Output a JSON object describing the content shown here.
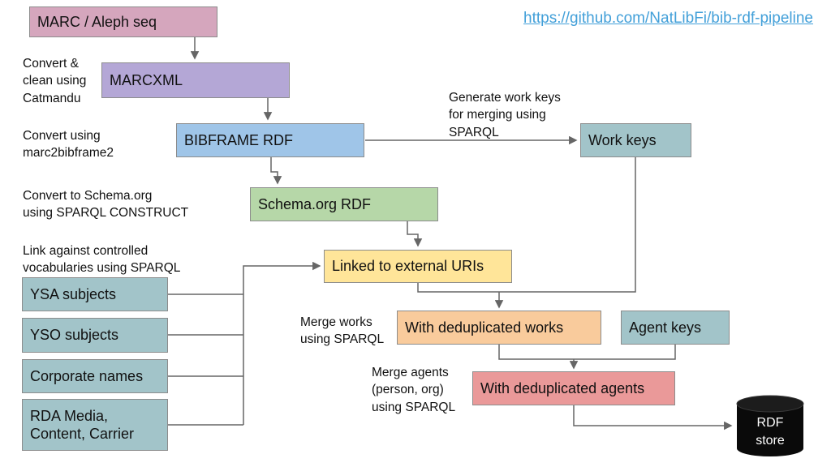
{
  "slide": {
    "background": "#ffffff"
  },
  "repo_link": {
    "text": "https://github.com/NatLibFi/bib-rdf-pipeline"
  },
  "colors": {
    "marc": "#d5a6bd",
    "marcxml": "#b4a7d6",
    "bibframe": "#9fc5e8",
    "work_keys": "#a2c4c9",
    "schema_org": "#b6d7a8",
    "linked_uris": "#ffe599",
    "ysa": "#a2c4c9",
    "yso": "#a2c4c9",
    "corporate": "#a2c4c9",
    "rda": "#a2c4c9",
    "dedup_works": "#f9cb9c",
    "agent_keys": "#a2c4c9",
    "dedup_agents": "#ea9999",
    "rdf_store": "#0a0a0a",
    "link": "#43a0d9",
    "arrow": "#666666",
    "box_border": "#8c8c8c",
    "text": "#111111"
  },
  "nodes": {
    "marc": {
      "label": "MARC / Aleph seq"
    },
    "marcxml": {
      "label": "MARCXML"
    },
    "bibframe": {
      "label": "BIBFRAME RDF"
    },
    "work_keys": {
      "label": "Work keys"
    },
    "schema_org": {
      "label": "Schema.org RDF"
    },
    "linked_uris": {
      "label": "Linked to external URIs"
    },
    "ysa": {
      "label": "YSA subjects"
    },
    "yso": {
      "label": "YSO subjects"
    },
    "corporate": {
      "label": "Corporate names"
    },
    "rda": {
      "label": "RDA Media,\nContent, Carrier"
    },
    "dedup_works": {
      "label": "With deduplicated works"
    },
    "agent_keys": {
      "label": "Agent keys"
    },
    "dedup_agents": {
      "label": "With deduplicated agents"
    },
    "rdf_store": {
      "label": "RDF\nstore"
    }
  },
  "annotations": {
    "catmandu": "Convert &\nclean using\nCatmandu",
    "marc2bibframe2": "Convert using\nmarc2bibframe2",
    "work_keys_note": "Generate work keys\nfor merging using\nSPARQL",
    "schema_note": "Convert to Schema.org\nusing SPARQL CONSTRUCT",
    "vocab_note": "Link against controlled\nvocabularies using SPARQL",
    "merge_works": "Merge works\nusing SPARQL",
    "merge_agents": "Merge agents\n(person, org)\nusing SPARQL"
  }
}
